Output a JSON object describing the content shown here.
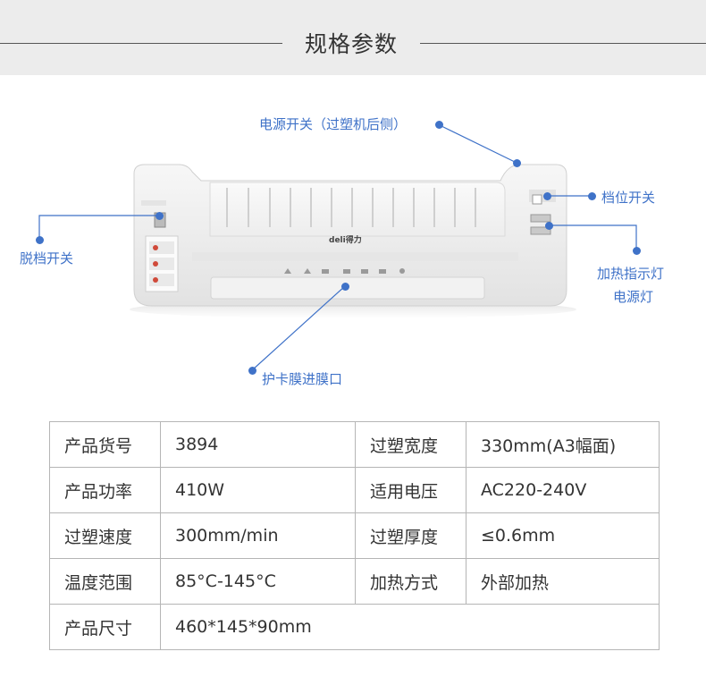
{
  "header": {
    "title": "规格参数"
  },
  "diagram": {
    "brand_logo": "deli得力",
    "callouts": {
      "power_switch": "电源开关（过塑机后侧）",
      "gear_switch": "档位开关",
      "release_switch": "脱档开关",
      "heat_indicator": "加热指示灯",
      "power_light": "电源灯",
      "entry_slot": "护卡膜进膜口"
    }
  },
  "specs": {
    "rows": [
      [
        {
          "label": "产品货号",
          "value": "3894"
        },
        {
          "label": "过塑宽度",
          "value": "330mm(A3幅面)"
        }
      ],
      [
        {
          "label": "产品功率",
          "value": "410W"
        },
        {
          "label": "适用电压",
          "value": "AC220-240V"
        }
      ],
      [
        {
          "label": "过塑速度",
          "value": "300mm/min"
        },
        {
          "label": "过塑厚度",
          "value": "≤0.6mm"
        }
      ],
      [
        {
          "label": "温度范围",
          "value": "85°C-145°C"
        },
        {
          "label": "加热方式",
          "value": "外部加热"
        }
      ],
      [
        {
          "label": "产品尺寸",
          "value": "460*145*90mm"
        }
      ]
    ]
  },
  "colors": {
    "accent": "#3f72c8",
    "header_bg": "#ececec",
    "border": "#b5b5b5",
    "text": "#333333"
  }
}
